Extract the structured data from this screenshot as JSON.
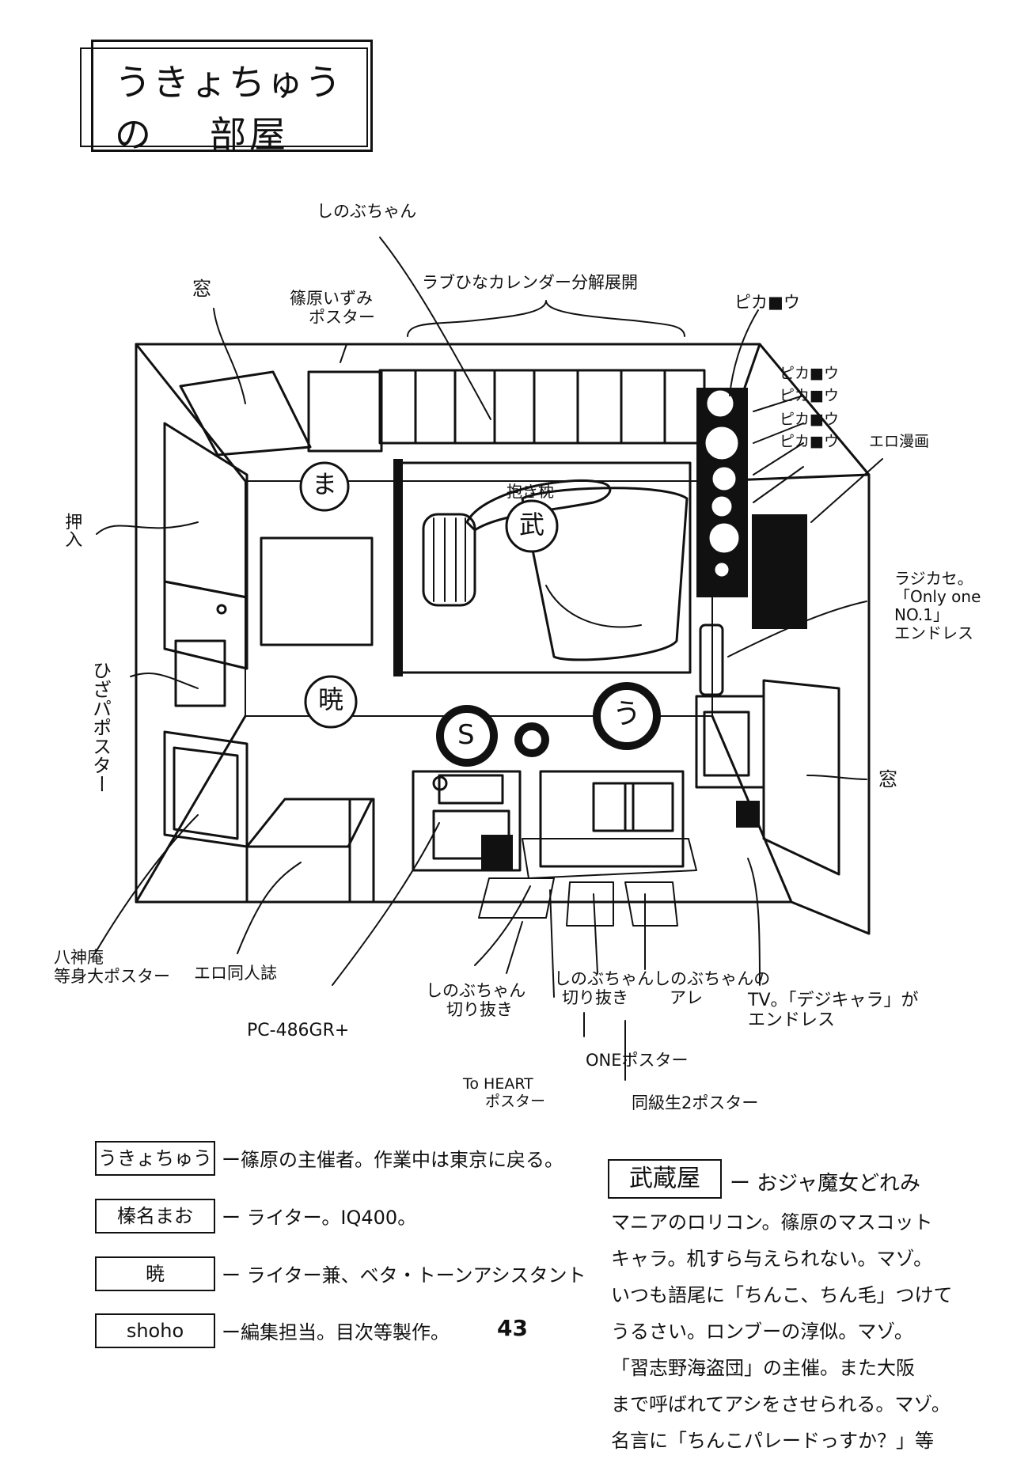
{
  "title": {
    "line1": "うきょちゅうの",
    "line2": "部屋"
  },
  "labels": {
    "shinobu_top": "しのぶちゃん",
    "window_left": "窓",
    "shinohara_poster_1": "篠原いずみ",
    "shinohara_poster_2": "ポスター",
    "calendar": "ラブひなカレンダー分解展開",
    "pikachu_1": "ピカ■ウ",
    "pikachu_2": "ピカ■ウ",
    "pikachu_3": "ピカ■ウ",
    "pikachu_4": "ピカ■ウ",
    "pikachu_5": "ピカ■ウ",
    "ero_manga": "エロ漫画",
    "oshiire": "押入",
    "dakimakura": "抱き枕",
    "radicase_1": "ラジカセ。",
    "radicase_2": "「Only one",
    "radicase_3": "NO.1」",
    "radicase_4": "エンドレス",
    "hiza_poster": "ひざパポスター",
    "window_right": "窓",
    "yagami_1": "八神庵",
    "yagami_2": "等身大ポスター",
    "ero_doujin": "エロ同人誌",
    "pc": "PC-486GR+",
    "shinobu_cut_1": "しのぶちゃん",
    "shinobu_cut_2": "切り抜き",
    "shinobu_cut2_1": "しのぶちゃん",
    "shinobu_cut2_2": "切り抜き",
    "shinobu_are_1": "しのぶちゃんの",
    "shinobu_are_2": "アレ",
    "tv_1": "TV。「デジキャラ」が",
    "tv_2": "エンドレス",
    "one_poster": "ONEポスター",
    "toheart_1": "To HEART",
    "toheart_2": "ポスター",
    "doukyusei": "同級生2ポスター"
  },
  "markers": {
    "ma": "ま",
    "take": "武",
    "akatsuki": "暁",
    "s": "S",
    "u": "う"
  },
  "roster": [
    {
      "name": "うきょちゅう",
      "desc": "ー篠原の主催者。作業中は東京に戻る。"
    },
    {
      "name": "榛名まお",
      "desc": "ー ライター。IQ400。"
    },
    {
      "name": "暁",
      "desc": "ー ライター兼、ベタ・トーンアシスタント"
    },
    {
      "name": "shoho",
      "desc": "ー編集担当。目次等製作。"
    }
  ],
  "page_number": "43",
  "musashi": {
    "name": "武蔵屋",
    "head": "ー おジャ魔女どれみ",
    "lines": [
      "マニアのロリコン。篠原のマスコット",
      "キャラ。机すら与えられない。マゾ。",
      "いつも語尾に「ちんこ、ちん毛」つけて",
      "うるさい。ロンブーの淳似。マゾ。",
      "「習志野海盗団」の主催。また大阪",
      "まで呼ばれてアシをさせられる。マゾ。",
      "名言に「ちんこパレードっすか？」等"
    ]
  }
}
